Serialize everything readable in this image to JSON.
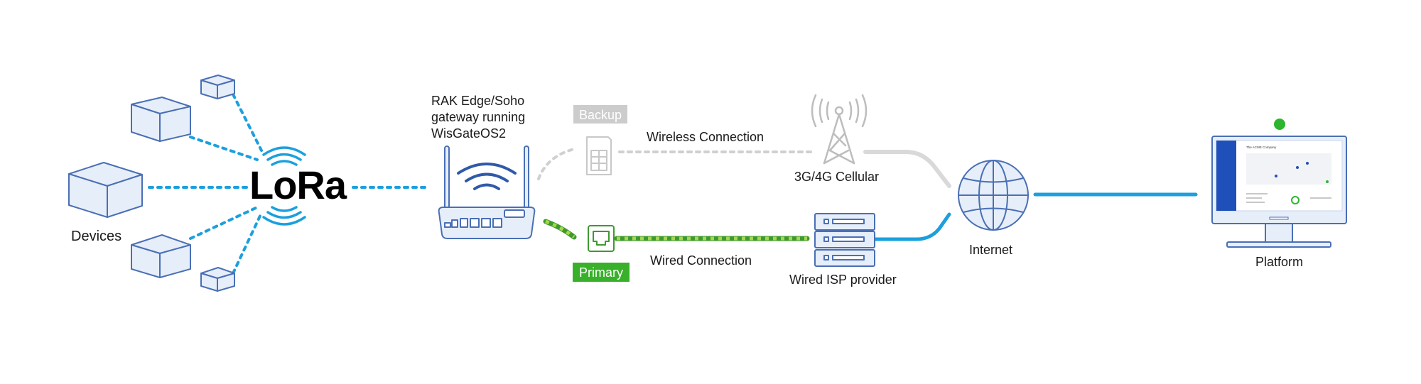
{
  "diagram": {
    "devices_label": "Devices",
    "lora_logo": "LoRa",
    "gateway_label": [
      "RAK Edge/Soho",
      "gateway running",
      "WisGateOS2"
    ],
    "backup_tag": "Backup",
    "primary_tag": "Primary",
    "wireless_label": "Wireless Connection",
    "wired_label": "Wired Connection",
    "cellular_label": "3G/4G Cellular",
    "isp_label": "Wired ISP provider",
    "internet_label": "Internet",
    "platform_label": "Platform",
    "platform_screen": {
      "company": "The ACME Company"
    },
    "colors": {
      "blue": "#1ba0dd",
      "device_fill": "#e6eef9",
      "device_stroke": "#4a6fb5",
      "gray": "#d0d0d0",
      "green": "#4db848",
      "green_dark": "#3d9a2f",
      "status_dot": "#2db52d"
    },
    "icons": [
      "cube-icon",
      "lora-waves-icon",
      "router-icon",
      "wifi-icon",
      "sim-card-icon",
      "ethernet-port-icon",
      "cell-tower-icon",
      "server-stack-icon",
      "globe-icon",
      "monitor-icon"
    ]
  }
}
